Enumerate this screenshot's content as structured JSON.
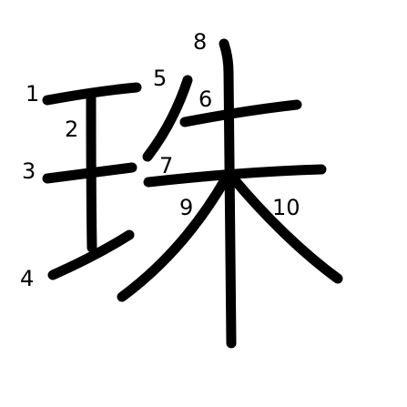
{
  "character": {
    "glyph": "珠",
    "stroke_color": "#000000",
    "background_color": "#ffffff"
  },
  "stroke_numbers": {
    "s1": "1",
    "s2": "2",
    "s3": "3",
    "s4": "4",
    "s5": "5",
    "s6": "6",
    "s7": "7",
    "s8": "8",
    "s9": "9",
    "s10": "10"
  }
}
